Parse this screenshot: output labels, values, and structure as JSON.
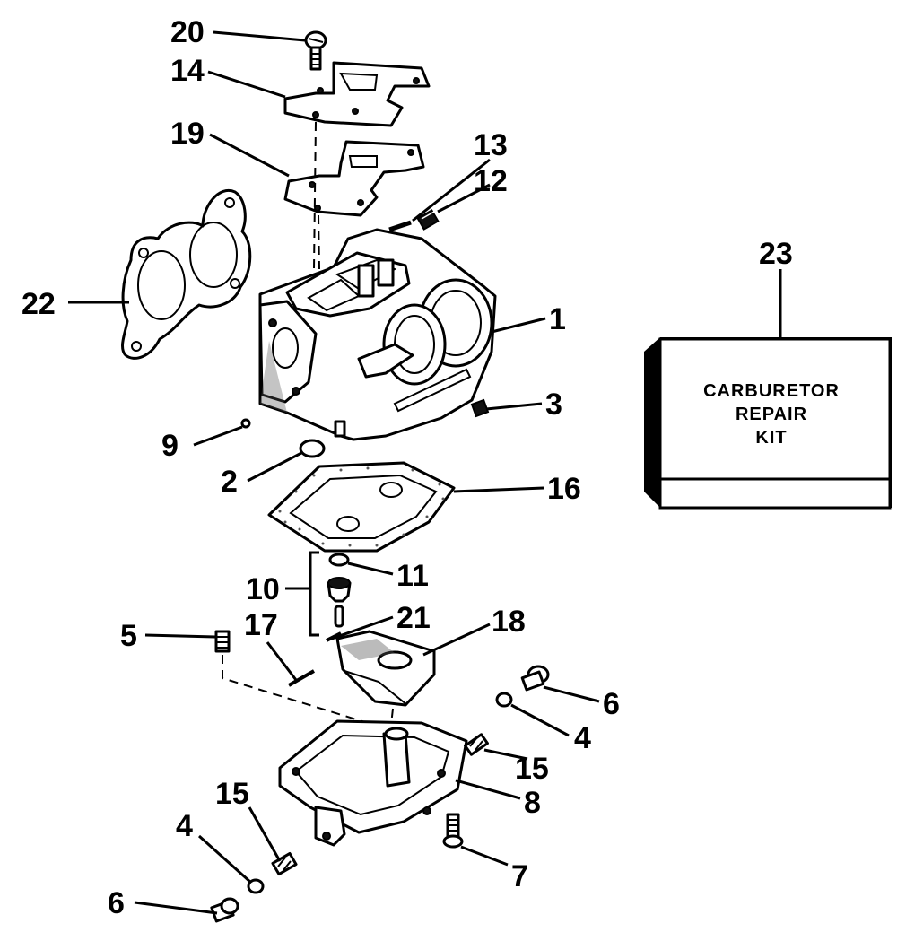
{
  "callouts": {
    "c1": "1",
    "c2": "2",
    "c3": "3",
    "c4a": "4",
    "c4b": "4",
    "c5": "5",
    "c6a": "6",
    "c6b": "6",
    "c7": "7",
    "c8": "8",
    "c9": "9",
    "c10": "10",
    "c11": "11",
    "c12": "12",
    "c13": "13",
    "c14": "14",
    "c15a": "15",
    "c15b": "15",
    "c16": "16",
    "c17": "17",
    "c18": "18",
    "c19": "19",
    "c20": "20",
    "c21": "21",
    "c22": "22",
    "c23": "23"
  },
  "kit": {
    "line1": "CARBURETOR",
    "line2": "REPAIR",
    "line3": "KIT"
  }
}
